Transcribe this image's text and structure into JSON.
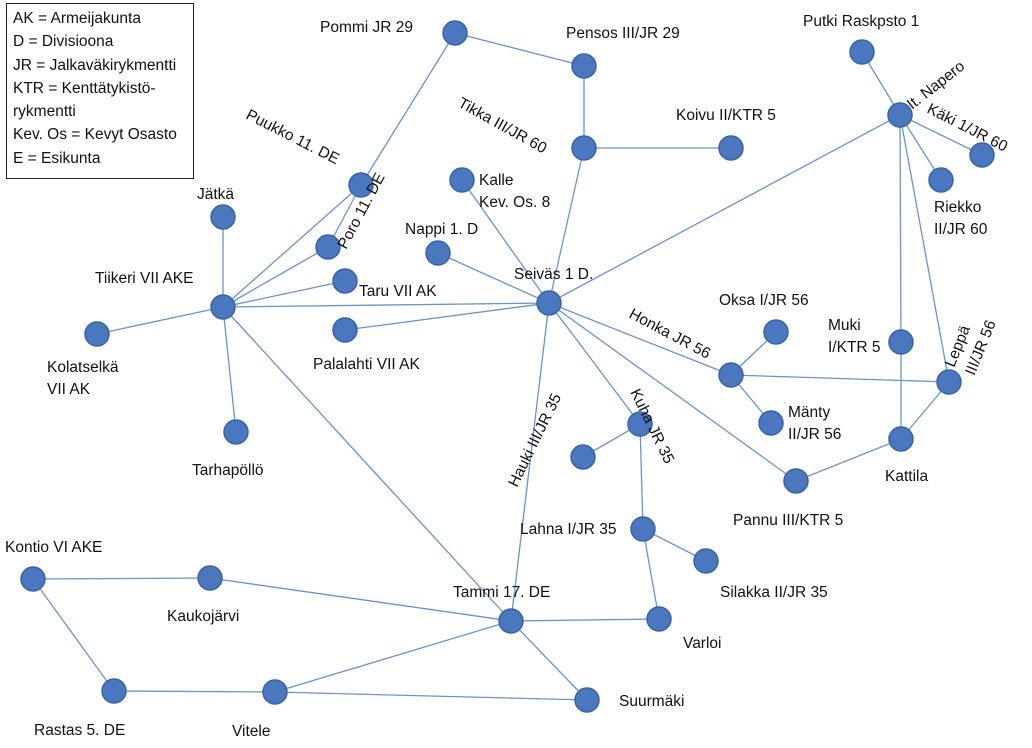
{
  "legend": {
    "lines": [
      "AK = Armeijakunta",
      "D = Divisioona",
      "JR = Jalkaväkirykmentti",
      "KTR = Kenttätykistö-",
      "rykmentti",
      "Kev. Os = Kevyt Osasto",
      "E = Esikunta"
    ]
  },
  "nodes": [
    {
      "id": "pommi",
      "label": [
        "Pommi JR 29"
      ]
    },
    {
      "id": "pensos",
      "label": [
        "Pensos III/JR 29"
      ]
    },
    {
      "id": "putki",
      "label": [
        "Putki Raskpsto 1"
      ]
    },
    {
      "id": "napero",
      "label": [
        "It. Napero"
      ]
    },
    {
      "id": "kaki",
      "label": [
        "Käki 1/JR 60"
      ]
    },
    {
      "id": "tikka",
      "label": [
        "Tikka III/JR 60"
      ]
    },
    {
      "id": "koivu",
      "label": [
        "Koivu II/KTR 5"
      ]
    },
    {
      "id": "puukko",
      "label": [
        "Puukko 11. DE"
      ]
    },
    {
      "id": "kalle",
      "label": [
        "Kalle",
        "Kev. Os. 8"
      ]
    },
    {
      "id": "riekko",
      "label": [
        "Riekko",
        "II/JR 60"
      ]
    },
    {
      "id": "jatka",
      "label": [
        "Jätkä"
      ]
    },
    {
      "id": "poro",
      "label": [
        "Poro 11. DE"
      ]
    },
    {
      "id": "nappi",
      "label": [
        "Nappi 1. D"
      ]
    },
    {
      "id": "taru",
      "label": [
        "Taru VII AK"
      ]
    },
    {
      "id": "tiikeri",
      "label": [
        "Tiikeri VII AKE"
      ]
    },
    {
      "id": "seivas",
      "label": [
        "Seiväs 1 D."
      ]
    },
    {
      "id": "kolatselka",
      "label": [
        "Kolatselkä",
        "VII AK"
      ]
    },
    {
      "id": "palalahti",
      "label": [
        "Palalahti VII AK"
      ]
    },
    {
      "id": "oksa",
      "label": [
        "Oksa I/JR 56"
      ]
    },
    {
      "id": "honka",
      "label": [
        "Honka JR 56"
      ]
    },
    {
      "id": "muki",
      "label": [
        "Muki",
        "I/KTR 5"
      ]
    },
    {
      "id": "leppa",
      "label": [
        "Leppä",
        "III/JR 56"
      ]
    },
    {
      "id": "manty",
      "label": [
        "Mänty",
        "II/JR 56"
      ]
    },
    {
      "id": "tarhapollo",
      "label": [
        "Tarhapöllö"
      ]
    },
    {
      "id": "kuha",
      "label": [
        "Kuha JR 35"
      ]
    },
    {
      "id": "hauki",
      "label": [
        "Hauki III/JR 35"
      ]
    },
    {
      "id": "kattila",
      "label": [
        "Kattila"
      ]
    },
    {
      "id": "pannu",
      "label": [
        "Pannu III/KTR 5"
      ]
    },
    {
      "id": "lahna",
      "label": [
        "Lahna I/JR 35"
      ]
    },
    {
      "id": "silakka",
      "label": [
        "Silakka II/JR 35"
      ]
    },
    {
      "id": "kontio",
      "label": [
        "Kontio VI AKE"
      ]
    },
    {
      "id": "kaukojarvi",
      "label": [
        "Kaukojärvi"
      ]
    },
    {
      "id": "tammi",
      "label": [
        "Tammi 17. DE"
      ]
    },
    {
      "id": "varloi",
      "label": [
        "Varloi"
      ]
    },
    {
      "id": "rastas",
      "label": [
        "Rastas 5. DE"
      ]
    },
    {
      "id": "vitele",
      "label": [
        "Vitele"
      ]
    },
    {
      "id": "suurmaki",
      "label": [
        "Suurmäki"
      ]
    }
  ],
  "edges": [
    [
      "pommi",
      "pensos"
    ],
    [
      "pommi",
      "puukko"
    ],
    [
      "pensos",
      "tikka"
    ],
    [
      "tikka",
      "koivu"
    ],
    [
      "tikka",
      "seivas"
    ],
    [
      "putki",
      "napero"
    ],
    [
      "napero",
      "kaki"
    ],
    [
      "napero",
      "riekko"
    ],
    [
      "napero",
      "muki"
    ],
    [
      "napero",
      "leppa"
    ],
    [
      "napero",
      "seivas"
    ],
    [
      "puukko",
      "poro"
    ],
    [
      "puukko",
      "tiikeri"
    ],
    [
      "poro",
      "tiikeri"
    ],
    [
      "taru",
      "tiikeri"
    ],
    [
      "jatka",
      "tiikeri"
    ],
    [
      "kolatselka",
      "tiikeri"
    ],
    [
      "tarhapollo",
      "tiikeri"
    ],
    [
      "tiikeri",
      "seivas"
    ],
    [
      "tiikeri",
      "tammi"
    ],
    [
      "palalahti",
      "seivas"
    ],
    [
      "nappi",
      "seivas"
    ],
    [
      "kalle",
      "seivas"
    ],
    [
      "seivas",
      "honka"
    ],
    [
      "seivas",
      "kuha"
    ],
    [
      "seivas",
      "pannu"
    ],
    [
      "seivas",
      "tammi"
    ],
    [
      "honka",
      "oksa"
    ],
    [
      "honka",
      "manty"
    ],
    [
      "honka",
      "leppa"
    ],
    [
      "muki",
      "kattila"
    ],
    [
      "leppa",
      "kattila"
    ],
    [
      "kattila",
      "pannu"
    ],
    [
      "kuha",
      "hauki"
    ],
    [
      "kuha",
      "lahna"
    ],
    [
      "lahna",
      "silakka"
    ],
    [
      "lahna",
      "varloi"
    ],
    [
      "kontio",
      "kaukojarvi"
    ],
    [
      "kontio",
      "rastas"
    ],
    [
      "kaukojarvi",
      "tammi"
    ],
    [
      "tammi",
      "varloi"
    ],
    [
      "tammi",
      "vitele"
    ],
    [
      "tammi",
      "suurmaki"
    ],
    [
      "rastas",
      "vitele"
    ],
    [
      "vitele",
      "suurmaki"
    ]
  ]
}
